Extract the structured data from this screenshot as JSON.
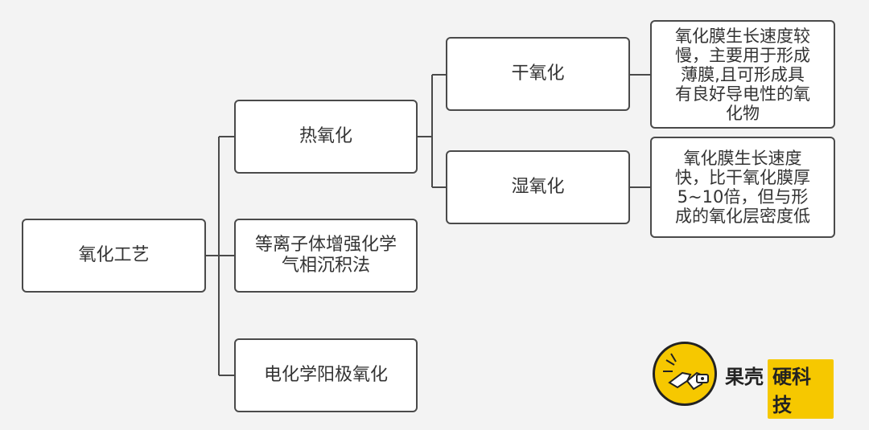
{
  "root": {
    "label": "氧化工艺"
  },
  "branches": [
    {
      "label": "热氧化"
    },
    {
      "label_lines": [
        "等离子体增强化学",
        "气相沉积法"
      ]
    },
    {
      "label": "电化学阳极氧化"
    }
  ],
  "thermal_children": [
    {
      "label": "干氧化",
      "note_lines": [
        "氧化膜生长速度较",
        "慢，主要用于形成",
        "薄膜,且可形成具",
        "有良好导电性的氧",
        "化物"
      ]
    },
    {
      "label": "湿氧化",
      "note_lines": [
        "氧化膜生长速度",
        "快，比干氧化膜厚",
        "5~10倍，但与形",
        "成的氧化层密度低"
      ]
    }
  ],
  "logo": {
    "name": "果壳",
    "badge": "硬科技"
  },
  "colors": {
    "background": "#f3f3f3",
    "border": "#4a4a4a",
    "brand_yellow": "#f6c800"
  }
}
